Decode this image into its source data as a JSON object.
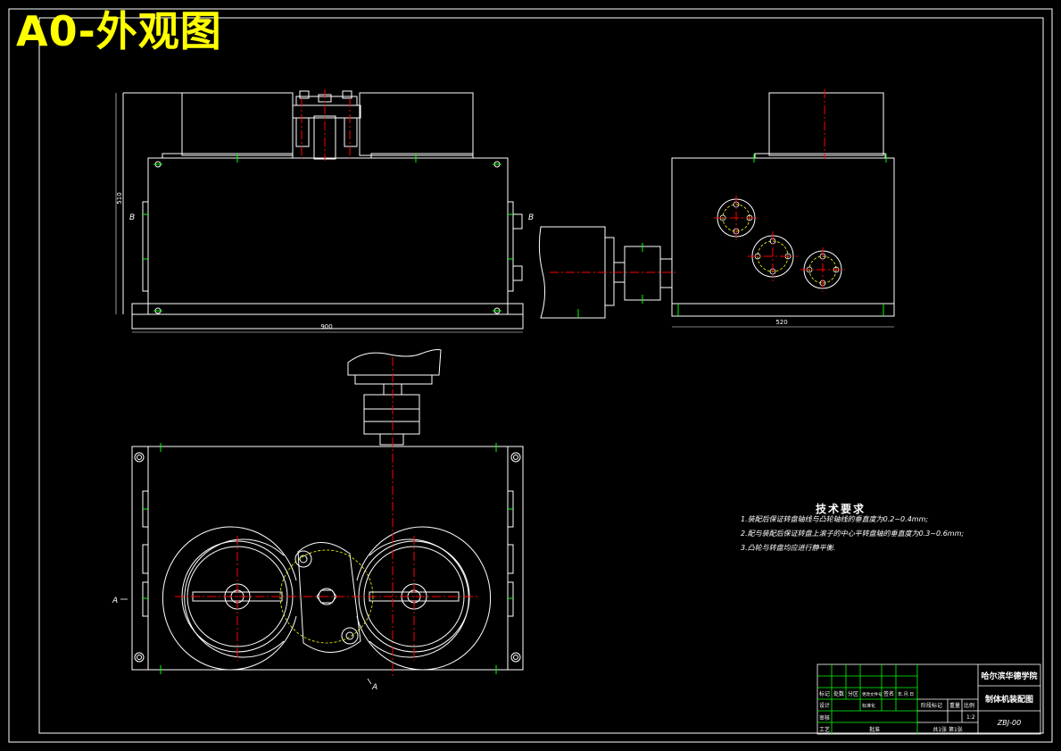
{
  "title": "A0-外观图",
  "colors": {
    "background": "#000000",
    "outline": "#ffffff",
    "center_line": "#ff0000",
    "marker": "#00ff00",
    "hatch": "#ffff00",
    "title": "#ffff00"
  },
  "dimensions": {
    "height_front": "510",
    "width_front": "900",
    "width_side": "520"
  },
  "section_labels": {
    "b_left": "B",
    "b_right": "B",
    "a_left": "A",
    "a_bottom": "A"
  },
  "technical_requirements": {
    "heading": "技术要求",
    "items": [
      "1.装配后保证转盘轴线与凸轮轴线的垂直度为0.2~0.4mm;",
      "2.配与装配后保证转盘上滚子的中心平转盘轴的垂直度为0.3~0.6mm;",
      "3.凸轮与转盘均应进行静平衡."
    ]
  },
  "title_block": {
    "school": "哈尔滨华德学院",
    "drawing_name": "制体机装配图",
    "drawing_no": "ZBJ-00",
    "scale_value": "1:2",
    "sheet_info": "共1张 第1张",
    "labels": {
      "mark": "标记",
      "count": "处数",
      "zone": "分区",
      "change_doc": "更改文件号",
      "sign": "签名",
      "date": "年.月.日",
      "design": "设计",
      "standard": "标准化",
      "stage": "阶段标记",
      "weight": "重量",
      "scale": "比例",
      "review": "审核",
      "process": "工艺",
      "approve": "批准"
    }
  }
}
